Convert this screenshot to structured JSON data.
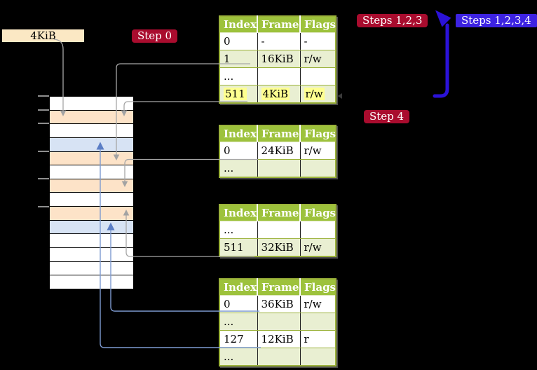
{
  "frame_size_label": {
    "text": "4KiB"
  },
  "steps": {
    "step0": "Step 0",
    "steps123": "Steps 1,2,3",
    "steps1234": "Steps 1,2,3,4",
    "step4": "Step 4"
  },
  "tables": [
    {
      "name": "page-table-level-1",
      "headers": [
        "Index",
        "Frame",
        "Flags"
      ],
      "rows": [
        {
          "cells": [
            "0",
            "-",
            "-"
          ],
          "shade": "white",
          "highlight": false
        },
        {
          "cells": [
            "1",
            "16KiB",
            "r/w"
          ],
          "shade": "green",
          "highlight": false
        },
        {
          "cells": [
            "...",
            "",
            ""
          ],
          "shade": "white",
          "highlight": false
        },
        {
          "cells": [
            "511",
            "4KiB",
            "r/w"
          ],
          "shade": "green",
          "highlight": true
        }
      ]
    },
    {
      "name": "page-table-level-2",
      "headers": [
        "Index",
        "Frame",
        "Flags"
      ],
      "rows": [
        {
          "cells": [
            "0",
            "24KiB",
            "r/w"
          ],
          "shade": "white",
          "highlight": false
        },
        {
          "cells": [
            "...",
            "",
            ""
          ],
          "shade": "green",
          "highlight": false
        }
      ]
    },
    {
      "name": "page-table-level-3",
      "headers": [
        "Index",
        "Frame",
        "Flags"
      ],
      "rows": [
        {
          "cells": [
            "...",
            "",
            ""
          ],
          "shade": "white",
          "highlight": false
        },
        {
          "cells": [
            "511",
            "32KiB",
            "r/w"
          ],
          "shade": "green",
          "highlight": false
        }
      ]
    },
    {
      "name": "page-table-level-4",
      "headers": [
        "Index",
        "Frame",
        "Flags"
      ],
      "rows": [
        {
          "cells": [
            "0",
            "36KiB",
            "r/w"
          ],
          "shade": "white",
          "highlight": false
        },
        {
          "cells": [
            "...",
            "",
            ""
          ],
          "shade": "green",
          "highlight": false
        },
        {
          "cells": [
            "127",
            "12KiB",
            "r"
          ],
          "shade": "white",
          "highlight": false
        },
        {
          "cells": [
            "...",
            "",
            ""
          ],
          "shade": "green",
          "highlight": false
        }
      ]
    }
  ],
  "memory_column": {
    "rows": [
      "white",
      "orange",
      "white",
      "blue",
      "orange",
      "white",
      "orange",
      "white",
      "orange",
      "blue",
      "white",
      "white",
      "white",
      "white"
    ]
  },
  "colors": {
    "background": "#000000",
    "table_header_green": "#9dc23c",
    "table_border_olive": "#9bb23a",
    "row_light_green": "#e9efd2",
    "highlight_yellow": "#feff90",
    "memory_orange": "#fde3c8",
    "memory_blue": "#d7e3f4",
    "frame_label_wheat": "#fbe8c4",
    "step_label_red": "#a90c2e",
    "step_label_blue": "#3d23e2",
    "loop_arrow_blue": "#2b12d8",
    "connector_gray": "#a6a6a6",
    "connector_blue": "#7d9ad1"
  }
}
